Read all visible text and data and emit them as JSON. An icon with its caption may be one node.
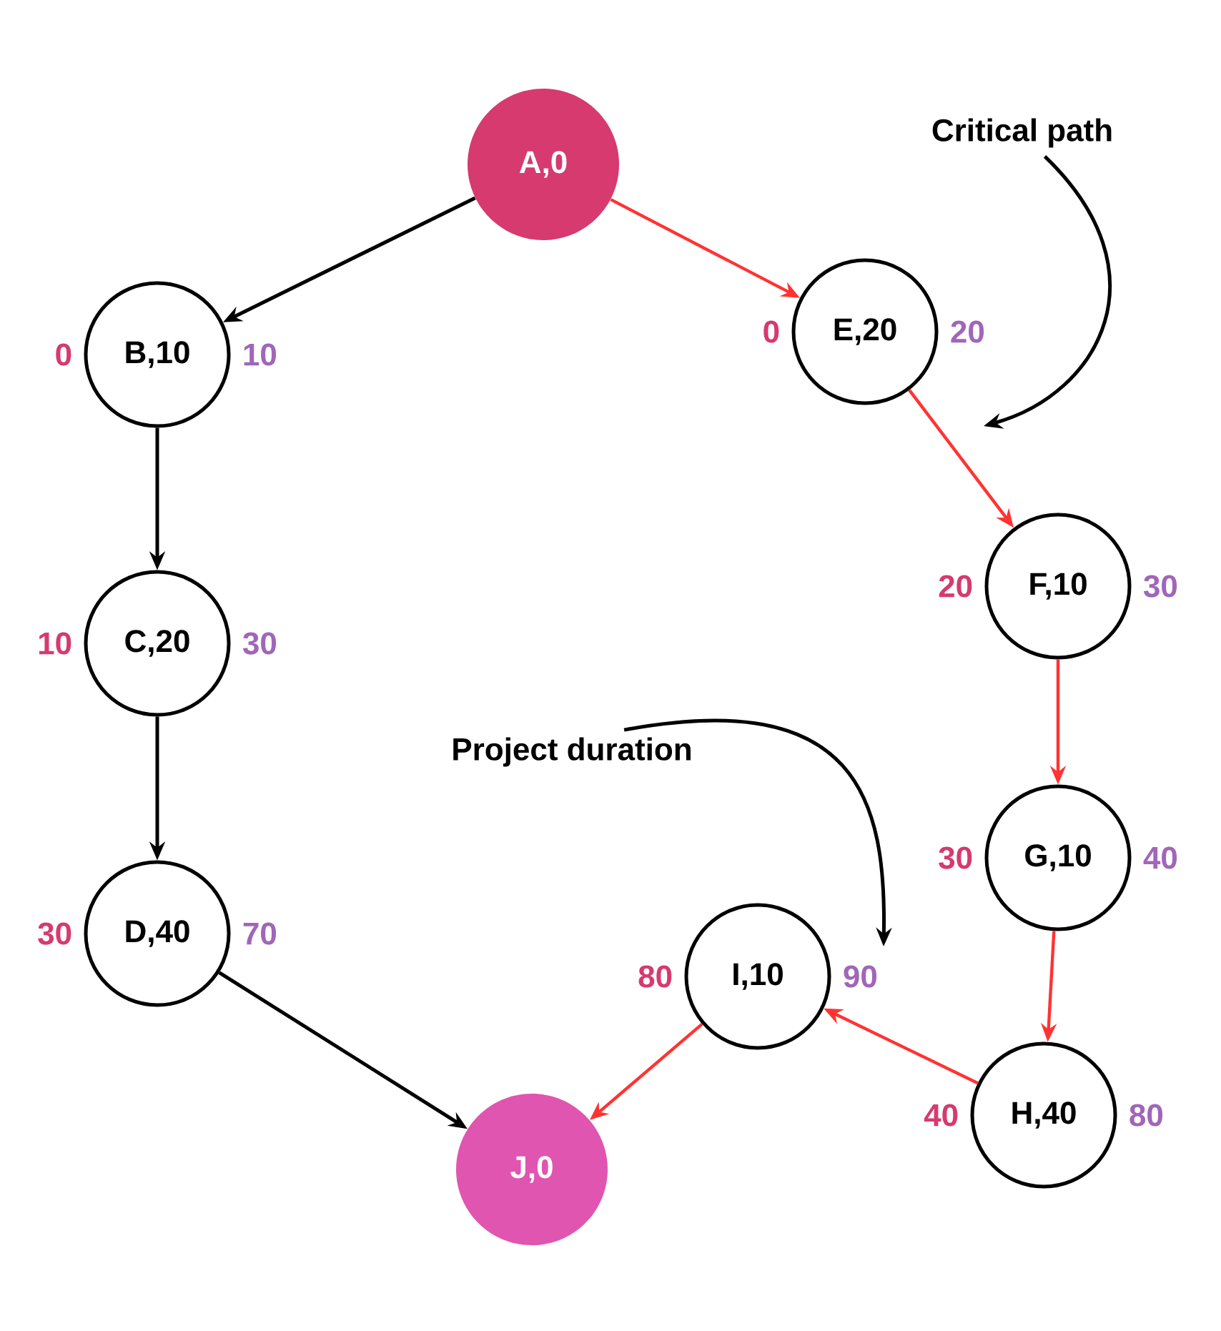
{
  "diagram": {
    "nodes": [
      {
        "text": [
          "A,0"
        ]
      },
      {
        "text": [
          "B,10"
        ],
        "beside": [
          "0",
          "10"
        ]
      },
      {
        "text": [
          "C,20"
        ],
        "beside": [
          "10",
          "30"
        ]
      },
      {
        "text": [
          "D,40"
        ],
        "beside": [
          "30",
          "70"
        ]
      },
      {
        "text": [
          "E,20"
        ],
        "beside": [
          "0",
          "20"
        ]
      },
      {
        "text": [
          "F,10"
        ],
        "beside": [
          "20",
          "30"
        ]
      },
      {
        "text": [
          "G,10"
        ],
        "beside": [
          "30",
          "40"
        ]
      },
      {
        "text": [
          "H,40"
        ],
        "beside": [
          "40",
          "80"
        ]
      },
      {
        "text": [
          "I,10"
        ],
        "beside": [
          "80",
          "90"
        ]
      },
      {
        "text": [
          "J,0"
        ]
      },
      {
        "text": [
          "Critical path"
        ]
      },
      {
        "text": [
          "Project duration"
        ]
      }
    ],
    "edges": [
      {
        "from": 0,
        "to": 1,
        "arrow": "to"
      },
      {
        "from": 0,
        "to": 4,
        "arrow": "to",
        "color": "#ff3333"
      },
      {
        "from": 1,
        "to": 2,
        "arrow": "to"
      },
      {
        "from": 2,
        "to": 3,
        "arrow": "to"
      },
      {
        "from": 3,
        "to": 9,
        "arrow": "to"
      },
      {
        "from": 4,
        "to": 5,
        "arrow": "to",
        "color": "#ff3333"
      },
      {
        "from": 5,
        "to": 6,
        "arrow": "to",
        "color": "#ff3333"
      },
      {
        "from": 6,
        "to": 7,
        "arrow": "to",
        "color": "#ff3333"
      },
      {
        "from": 7,
        "to": 8,
        "arrow": "to",
        "color": "#ff3333"
      },
      {
        "from": 8,
        "to": 9,
        "arrow": "to",
        "color": "#ff3333"
      },
      {
        "from": 10,
        "to": null,
        "arrow": "to"
      },
      {
        "from": 11,
        "to": null,
        "arrow": "to"
      }
    ]
  }
}
